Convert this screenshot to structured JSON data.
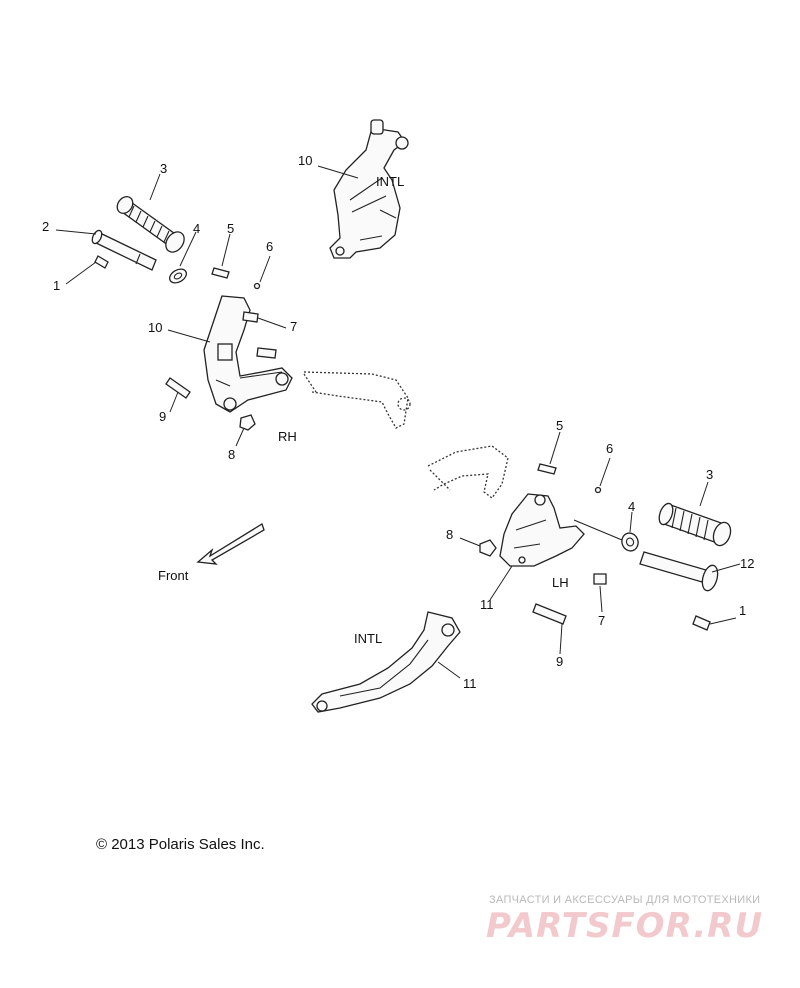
{
  "callouts": {
    "c10_top": "10",
    "intl_top": "INTL",
    "c3_left": "3",
    "c2": "2",
    "c4_left": "4",
    "c5_left": "5",
    "c6_left": "6",
    "c1_left": "1",
    "c10_mid": "10",
    "c7_left": "7",
    "c9_left": "9",
    "c8_left": "8",
    "rh": "RH",
    "c5_right": "5",
    "c6_right": "6",
    "c3_right": "3",
    "c8_right": "8",
    "c4_right": "4",
    "c12": "12",
    "lh": "LH",
    "c11_mid": "11",
    "c7_right": "7",
    "c1_right": "1",
    "c9_right": "9",
    "intl_bottom": "INTL",
    "c11_bottom": "11",
    "front": "Front"
  },
  "copyright": "© 2013 Polaris Sales Inc.",
  "watermark": {
    "caption": "ЗАПЧАСТИ И АКСЕССУАРЫ ДЛЯ МОТОТЕХНИКИ",
    "logo": "PARTSFOR.RU"
  }
}
